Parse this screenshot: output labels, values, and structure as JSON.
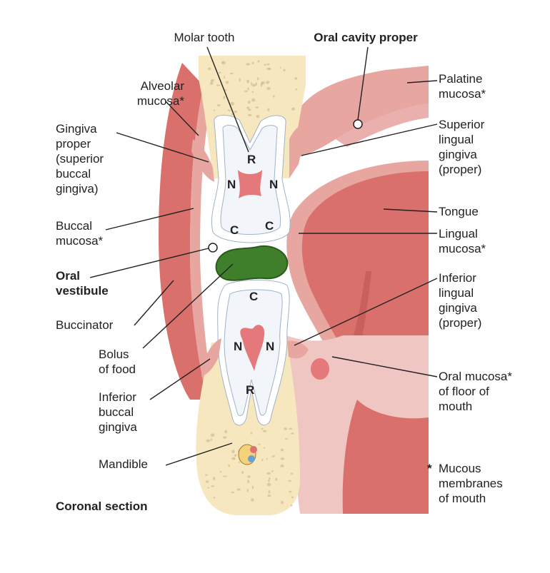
{
  "colors": {
    "bone": "#f6e7bf",
    "bone_dot": "#c9b78a",
    "tooth": "#f2f6fb",
    "enamel": "#ffffff",
    "pulp": "#e5787a",
    "mucosa": "#e8a6a0",
    "muscle": "#d9706c",
    "muscle_dark": "#b8504e",
    "bolus": "#3f7f2c",
    "bolus_dark": "#2a5a1d",
    "floor": "#f0c6c3"
  },
  "title": "Coronal section",
  "footnote": {
    "marker": "*",
    "lines": [
      "Mucous",
      "membranes",
      "of mouth"
    ]
  },
  "labels": {
    "molar_tooth": [
      "Molar tooth"
    ],
    "oral_cavity_proper": [
      "Oral cavity proper"
    ],
    "alveolar_mucosa": [
      "Alveolar",
      "mucosa*"
    ],
    "gingiva_proper": [
      "Gingiva",
      "proper",
      "(superior",
      "buccal",
      "gingiva)"
    ],
    "buccal_mucosa": [
      "Buccal",
      "mucosa*"
    ],
    "oral_vestibule": [
      "Oral",
      "vestibule"
    ],
    "buccinator": [
      "Buccinator"
    ],
    "bolus_of_food": [
      "Bolus",
      "of food"
    ],
    "inferior_buccal_gingiva": [
      "Inferior",
      "buccal",
      "gingiva"
    ],
    "mandible": [
      "Mandible"
    ],
    "palatine_mucosa": [
      "Palatine",
      "mucosa*"
    ],
    "superior_lingual_gingiva": [
      "Superior",
      "lingual",
      "gingiva",
      "(proper)"
    ],
    "tongue": [
      "Tongue"
    ],
    "lingual_mucosa": [
      "Lingual",
      "mucosa*"
    ],
    "inferior_lingual_gingiva": [
      "Inferior",
      "lingual",
      "gingiva",
      "(proper)"
    ],
    "oral_mucosa_floor": [
      "Oral mucosa*",
      "of floor of",
      "mouth"
    ]
  },
  "tooth_marks": {
    "upper": {
      "root": "R",
      "neck_left": "N",
      "neck_right": "N",
      "crown_left": "C",
      "crown_right": "C"
    },
    "lower": {
      "crown": "C",
      "neck_left": "N",
      "neck_right": "N",
      "root": "R"
    }
  }
}
